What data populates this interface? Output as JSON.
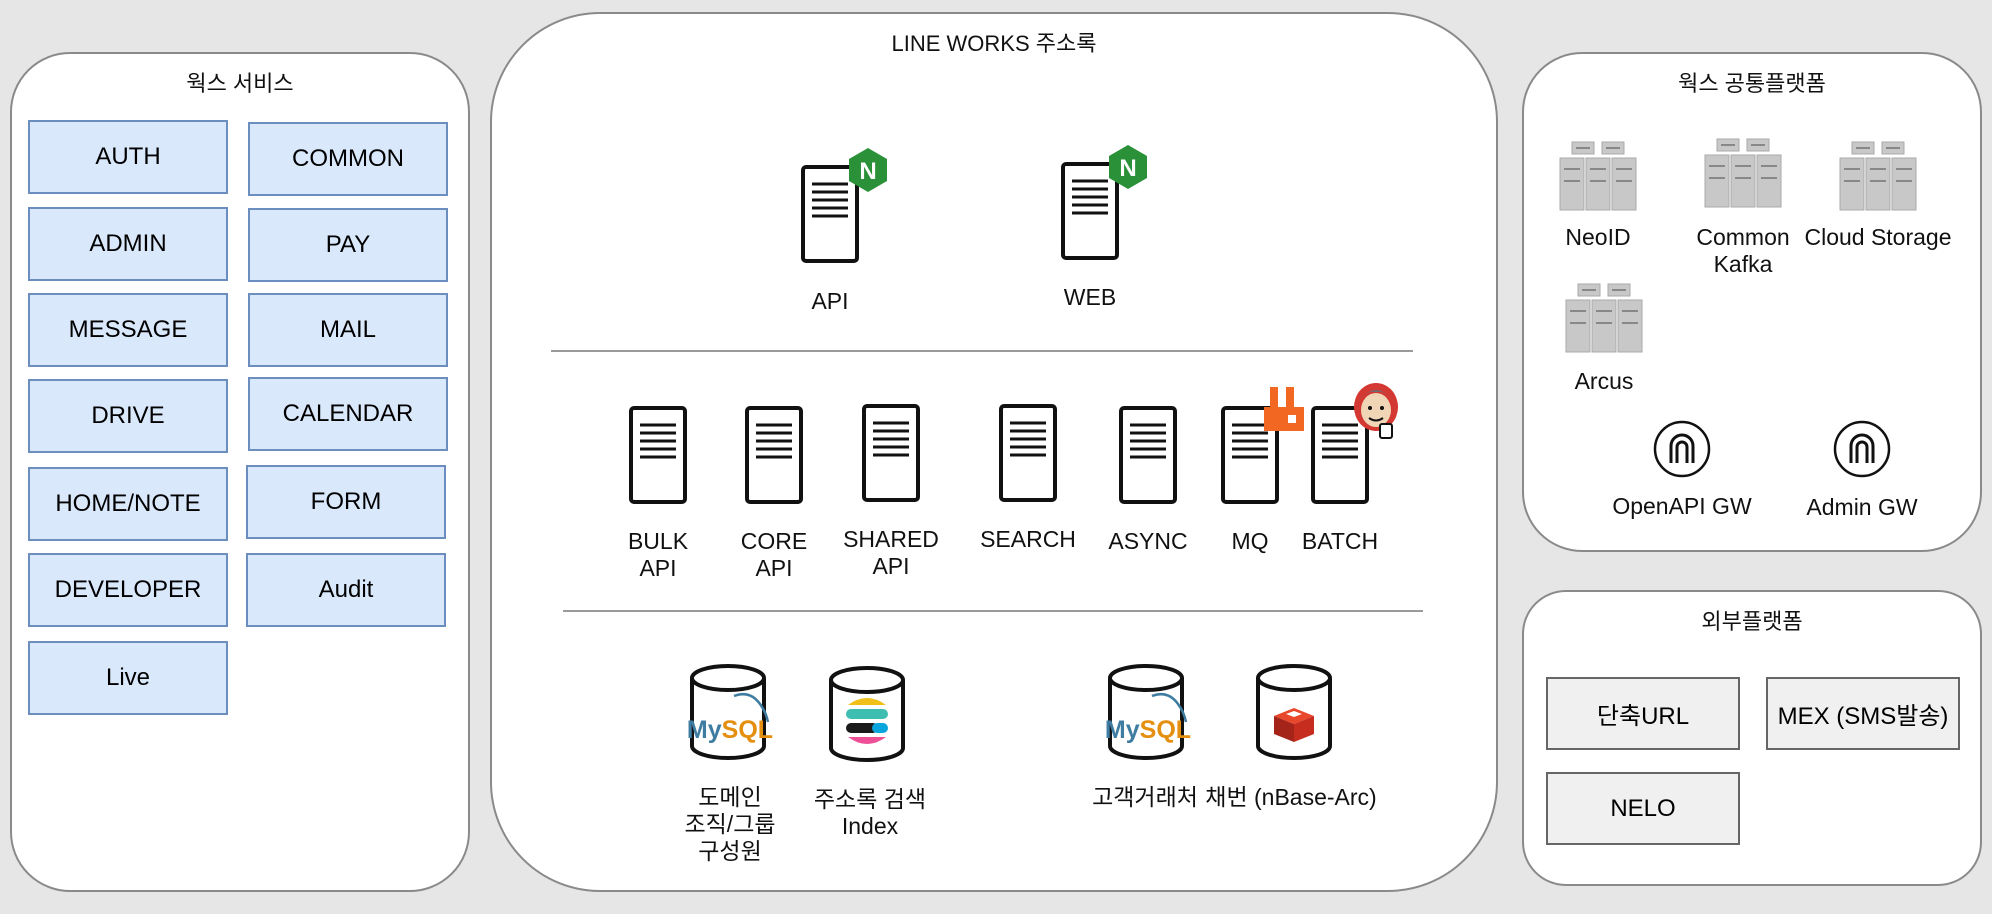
{
  "works_services": {
    "title": "웍스 서비스",
    "items": [
      "AUTH",
      "COMMON",
      "ADMIN",
      "PAY",
      "MESSAGE",
      "MAIL",
      "DRIVE",
      "CALENDAR",
      "HOME/NOTE",
      "FORM",
      "DEVELOPER",
      "Audit",
      "Live"
    ]
  },
  "addressbook": {
    "title": "LINE WORKS 주소록",
    "frontend": [
      {
        "label": "API",
        "badge": "nginx-icon"
      },
      {
        "label": "WEB",
        "badge": "nginx-icon"
      }
    ],
    "backend": [
      {
        "label": "BULK\nAPI"
      },
      {
        "label": "CORE\nAPI"
      },
      {
        "label": "SHARED\nAPI"
      },
      {
        "label": "SEARCH"
      },
      {
        "label": "ASYNC"
      },
      {
        "label": "MQ",
        "badge": "rabbitmq-icon"
      },
      {
        "label": "BATCH",
        "badge": "jenkins-icon"
      }
    ],
    "storage": [
      {
        "label": "도메인\n조직/그룹\n구성원",
        "logo": "mysql-icon"
      },
      {
        "label": "주소록 검색\nIndex",
        "logo": "elasticsearch-icon"
      },
      {
        "label": "고객거래처",
        "logo": "mysql-icon"
      },
      {
        "label": "채번 (nBase-Arc)",
        "logo": "redis-icon"
      }
    ]
  },
  "common_platform": {
    "title": "웍스 공통플랫폼",
    "servers": [
      {
        "label": "NeoID"
      },
      {
        "label": "Common\nKafka"
      },
      {
        "label": "Cloud Storage"
      },
      {
        "label": "Arcus"
      }
    ],
    "gateways": [
      {
        "label": "OpenAPI GW"
      },
      {
        "label": "Admin GW"
      }
    ]
  },
  "external_platform": {
    "title": "외부플랫폼",
    "items": [
      "단축URL",
      "MEX (SMS발송)",
      "NELO"
    ]
  },
  "colors": {
    "service_fill": "#dae8fc",
    "service_border": "#6c8ebf",
    "nginx": "#2b9139",
    "rabbitmq": "#f26722",
    "mysql_blue": "#3e7ca1",
    "mysql_orange": "#e48f0f",
    "redis": "#d82c20"
  }
}
